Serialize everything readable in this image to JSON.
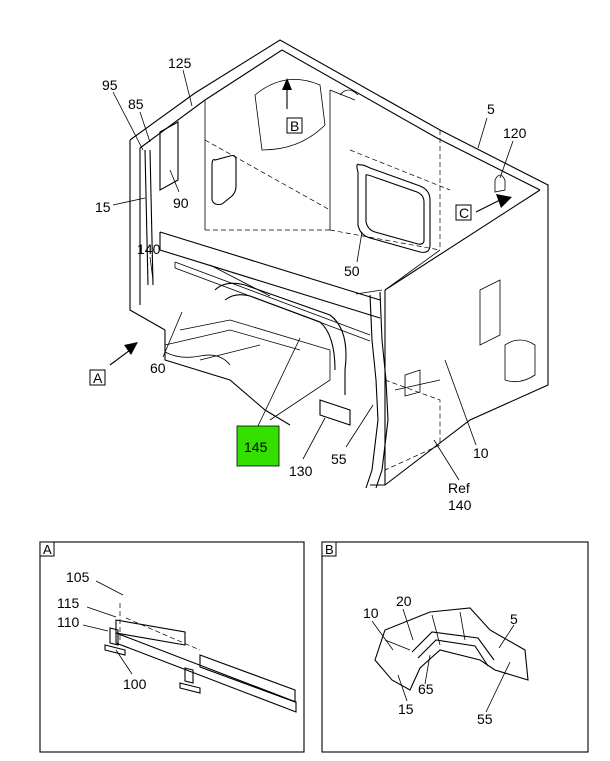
{
  "callouts": {
    "c125": "125",
    "c95": "95",
    "c85": "85",
    "c90": "90",
    "c15": "15",
    "c140": "140",
    "c60": "60",
    "c145": "145",
    "c130": "130",
    "c55": "55",
    "c50": "50",
    "c10": "10",
    "c5": "5",
    "c120": "120",
    "ref": "Ref",
    "ref140": "140"
  },
  "view_tags": {
    "a": "A",
    "b": "B",
    "c": "C"
  },
  "inset_a": {
    "tag": "A",
    "c105": "105",
    "c115": "115",
    "c110": "110",
    "c100": "100"
  },
  "inset_b": {
    "tag": "B",
    "c10": "10",
    "c20": "20",
    "c5": "5",
    "c65": "65",
    "c15": "15",
    "c55": "55"
  },
  "colors": {
    "highlight": "#33e000",
    "line": "#000000",
    "background": "#ffffff"
  }
}
